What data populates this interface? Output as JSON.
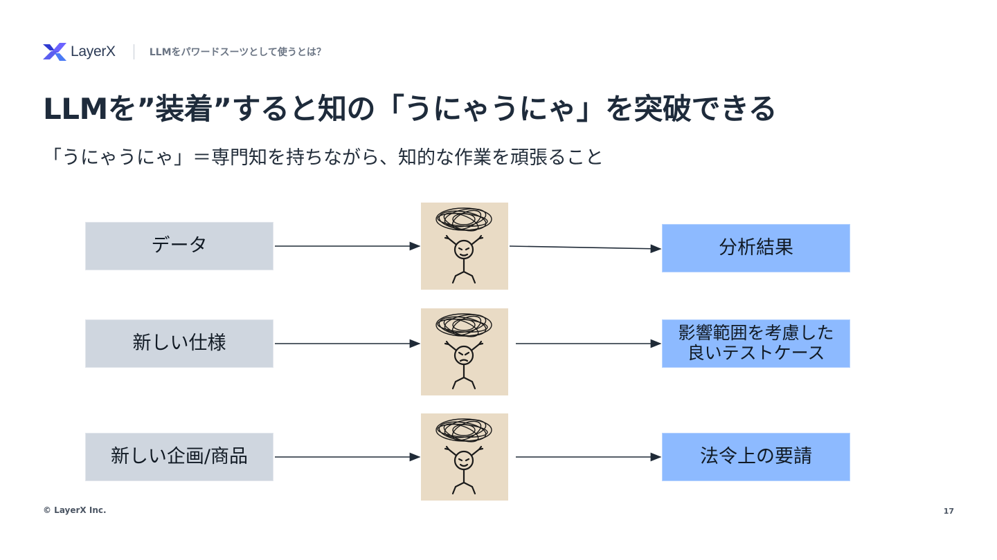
{
  "header": {
    "logo_text": "LayerX",
    "section": "LLMをパワードスーツとして使うとは？"
  },
  "title": "LLMを”装着”すると知の「うにゃうにゃ」を突破できる",
  "subtitle": "「うにゃうにゃ」＝専門知を持ちながら、知的な作業を頑張ること",
  "rows": [
    {
      "input": "データ",
      "output_lines": [
        "分析結果"
      ],
      "figure": "tangled-stick-figure-icon"
    },
    {
      "input": "新しい仕様",
      "output_lines": [
        "影響範囲を考慮した",
        "良いテストケース"
      ],
      "figure": "tangled-stick-figure-icon"
    },
    {
      "input": "新しい企画/商品",
      "output_lines": [
        "法令上の要請"
      ],
      "figure": "tangled-stick-figure-icon"
    }
  ],
  "colors": {
    "input_box": "#cfd6df",
    "output_box": "#8dbaff",
    "figure_bg": "#e9dbc5",
    "arrow": "#1f2a37",
    "logo_accent": "#5b5ef0"
  },
  "footer": {
    "copyright": "© LayerX Inc.",
    "page_number": "17"
  }
}
